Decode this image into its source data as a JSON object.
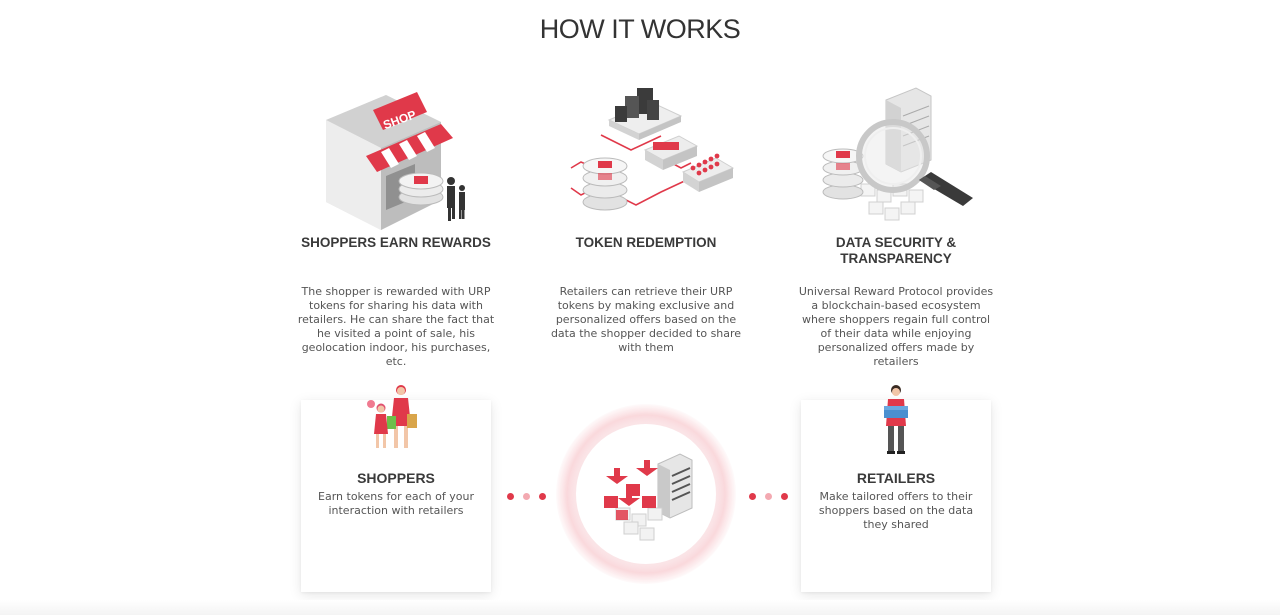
{
  "page": {
    "title": "HOW IT WORKS"
  },
  "steps": [
    {
      "title": "SHOPPERS EARN REWARDS",
      "description": "The shopper is rewarded with URP tokens for sharing his data with retailers. He can share the fact that he visited a point of sale, his geolocation indoor, his purchases, etc.",
      "illustration": "shop-icon",
      "sign": "SHOP"
    },
    {
      "title": "TOKEN REDEMPTION",
      "description": "Retailers can retrieve their URP tokens by making exclusive and personalized offers based on the data the shopper decided to share with them",
      "illustration": "token-network-icon"
    },
    {
      "title": "DATA SECURITY & TRANSPARENCY",
      "description": "Universal Reward Protocol provides a blockchain-based ecosystem where shoppers regain full control of their data while enjoying personalized offers made by retailers",
      "illustration": "magnifier-server-icon"
    }
  ],
  "cards": {
    "shoppers": {
      "title": "SHOPPERS",
      "description": "Earn tokens for each of your interaction with retailers",
      "icon": "shopper-family-icon"
    },
    "retailers": {
      "title": "RETAILERS",
      "description": "Make tailored offers to their shoppers based on the data they shared",
      "icon": "retailer-person-icon"
    },
    "center": {
      "icon": "blockchain-server-icon"
    }
  },
  "colors": {
    "accent": "#e0394a",
    "accent_light": "#f3a9b1",
    "text": "#444444",
    "title": "#333333"
  }
}
